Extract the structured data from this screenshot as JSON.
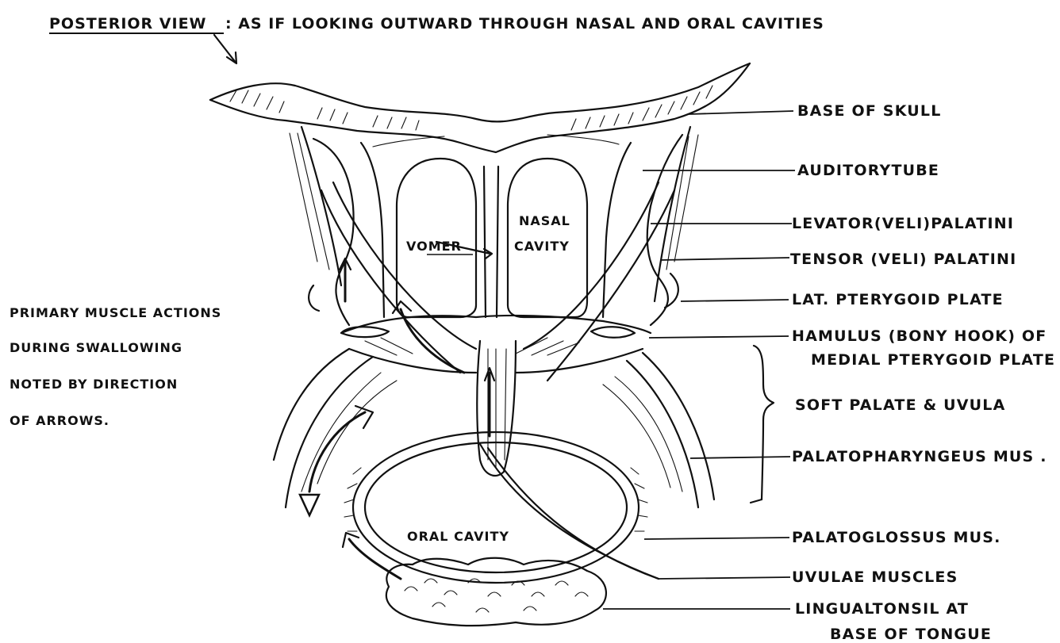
{
  "title": {
    "underlined": "POSTERIOR VIEW",
    "rest": ": AS IF LOOKING OUTWARD THROUGH NASAL AND ORAL CAVITIES"
  },
  "note": [
    "PRIMARY MUSCLE ACTIONS",
    "DURING SWALLOWING",
    "NOTED BY DIRECTION",
    "OF ARROWS."
  ],
  "inner_labels": {
    "vomer": "VOMER",
    "nasal_line1": "NASAL",
    "nasal_line2": "CAVITY",
    "oral_cavity": "ORAL CAVITY"
  },
  "labels": [
    {
      "id": "base-of-skull",
      "lines": [
        "BASE OF SKULL"
      ]
    },
    {
      "id": "auditory-tube",
      "lines": [
        "AUDITORYTUBE"
      ]
    },
    {
      "id": "levator-veli-palatini",
      "lines": [
        "LEVATOR(VELI)PALATINI"
      ]
    },
    {
      "id": "tensor-veli-palatini",
      "lines": [
        "TENSOR (VELI) PALATINI"
      ]
    },
    {
      "id": "lat-pterygoid-plate",
      "lines": [
        "LAT. PTERYGOID PLATE"
      ]
    },
    {
      "id": "hamulus",
      "lines": [
        "HAMULUS (BONY HOOK) OF",
        "MEDIAL PTERYGOID PLATE"
      ]
    },
    {
      "id": "soft-palate-uvula",
      "lines": [
        "SOFT PALATE & UVULA"
      ]
    },
    {
      "id": "palatopharyngeus",
      "lines": [
        "PALATOPHARYNGEUS MUS ."
      ]
    },
    {
      "id": "palatoglossus",
      "lines": [
        "PALATOGLOSSUS MUS."
      ]
    },
    {
      "id": "uvulae-muscles",
      "lines": [
        "UVULAE MUSCLES"
      ]
    },
    {
      "id": "lingual-tonsil",
      "lines": [
        "LINGUALTONSIL AT",
        "BASE OF TONGUE"
      ]
    }
  ]
}
